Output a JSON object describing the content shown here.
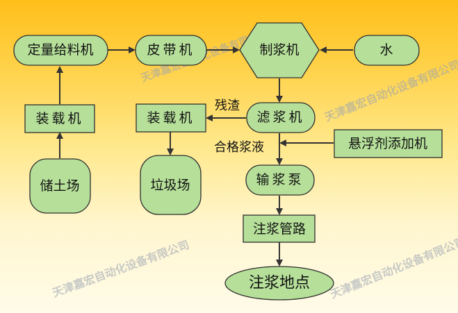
{
  "watermark": "天津嘉宏自动化设备有限公司",
  "colors": {
    "node_fill": "#b6e09a",
    "node_stroke": "#2d2d2d",
    "arrow": "#333333"
  },
  "nodes": {
    "feeder": "定量给料机",
    "belt": "皮带机",
    "slurry_maker": "制浆机",
    "water": "水",
    "loader_left": "装载机",
    "loader_right": "装载机",
    "filter": "滤浆机",
    "suspending_agent_adder": "悬浮剂添加机",
    "soil_yard": "储土场",
    "waste_yard": "垃圾场",
    "pump": "输浆泵",
    "pipeline": "注浆管路",
    "grout_site": "注浆地点"
  },
  "edge_labels": {
    "residue": "残渣",
    "qualified_slurry": "合格浆液"
  }
}
